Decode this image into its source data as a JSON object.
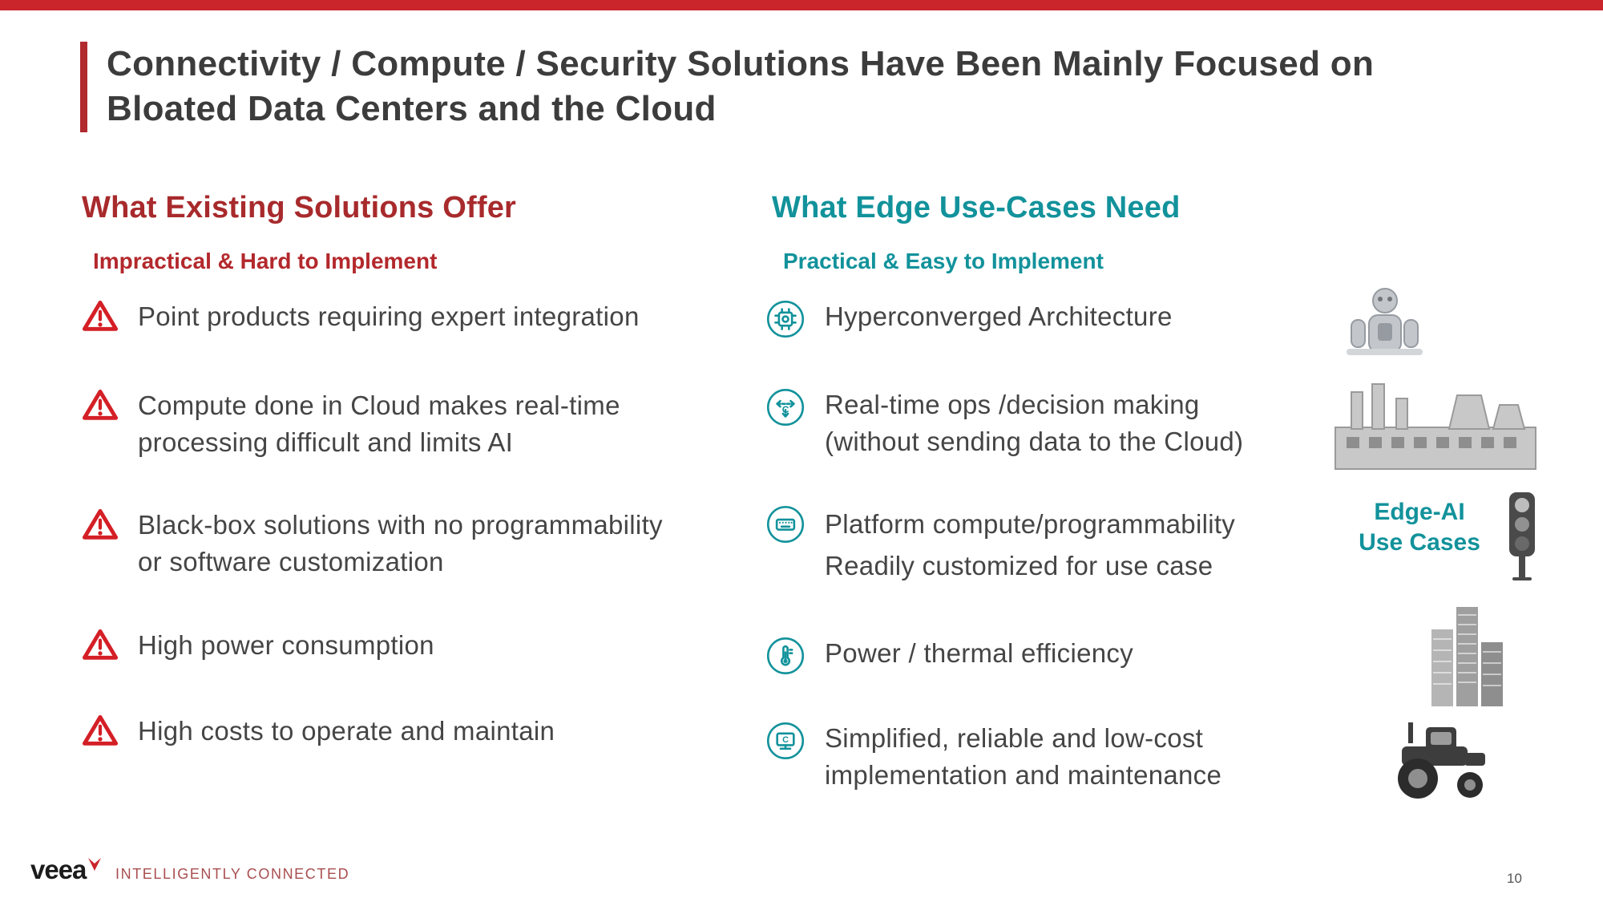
{
  "slide": {
    "title": "Connectivity / Compute / Security Solutions Have Been Mainly Focused on\nBloated Data Centers and the Cloud",
    "left": {
      "heading": "What Existing Solutions Offer",
      "subheading": "Impractical & Hard to Implement",
      "items": [
        {
          "icon": "warning-triangle-icon",
          "text": "Point products requiring expert integration"
        },
        {
          "icon": "warning-triangle-icon",
          "text": "Compute done in Cloud makes real-time\nprocessing difficult and limits AI"
        },
        {
          "icon": "warning-triangle-icon",
          "text": "Black-box solutions with no programmability\nor software customization"
        },
        {
          "icon": "warning-triangle-icon",
          "text": "High power consumption"
        },
        {
          "icon": "warning-triangle-icon",
          "text": "High costs to operate and maintain"
        }
      ]
    },
    "right": {
      "heading": "What Edge Use-Cases Need",
      "subheading": "Practical & Easy to Implement",
      "items": [
        {
          "icon": "chip-icon",
          "text": "Hyperconverged Architecture"
        },
        {
          "icon": "realtime-axes-icon",
          "text": "Real-time ops /decision making\n(without sending data to the Cloud)"
        },
        {
          "icon": "keyboard-icon",
          "text": "Platform compute/programmability\nReadily customized for use case"
        },
        {
          "icon": "thermometer-icon",
          "text": "Power / thermal efficiency"
        },
        {
          "icon": "monitor-icon",
          "text": "Simplified, reliable and low-cost\nimplementation and maintenance"
        }
      ]
    },
    "use_cases": {
      "label": "Edge-AI\nUse Cases",
      "images": [
        "robot-image",
        "factory-image",
        "traffic-light-image",
        "buildings-image",
        "tractor-image"
      ]
    },
    "footer": {
      "logo_text": "veea",
      "tagline": "INTELLIGENTLY CONNECTED",
      "page_number": "10"
    },
    "colors": {
      "accent_red": "#C9252B",
      "heading_red": "#A82A2C",
      "warning_red": "#D41F26",
      "teal": "#12929B",
      "text": "#454545"
    }
  }
}
